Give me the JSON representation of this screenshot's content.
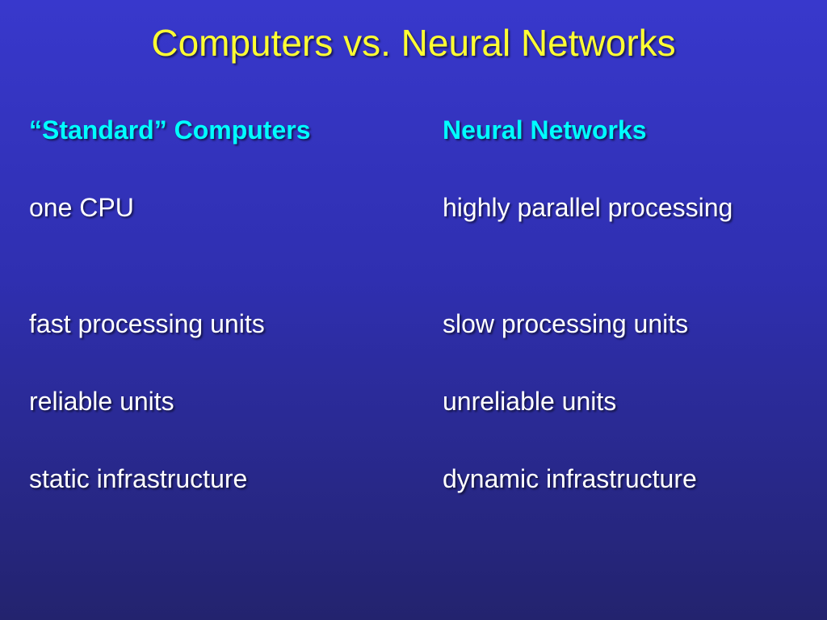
{
  "slide": {
    "title": "Computers vs. Neural Networks",
    "left_column": {
      "heading": "“Standard” Computers",
      "rows": [
        "one CPU",
        "fast processing units",
        "reliable units",
        "static infrastructure"
      ]
    },
    "right_column": {
      "heading": "Neural Networks",
      "rows": [
        "highly parallel processing",
        "slow processing units",
        "unreliable units",
        "dynamic infrastructure"
      ]
    },
    "colors": {
      "background": "#3434c4",
      "title": "#ffff33",
      "heading": "#00ffff",
      "body": "#ffffff"
    }
  }
}
